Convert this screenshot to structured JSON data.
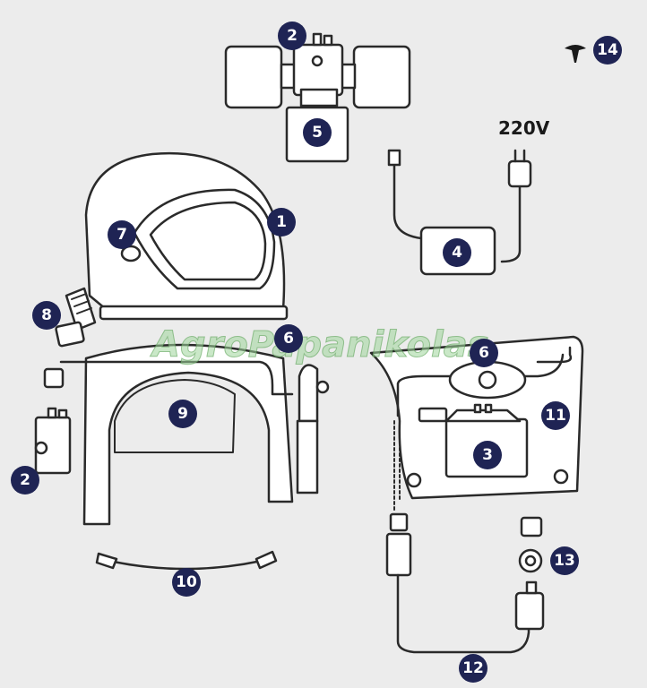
{
  "voltage_label": "220V",
  "watermark": "AgroPapanikolas",
  "part_numbers": {
    "helmet": "1",
    "battery_top": "2",
    "battery_side": "2",
    "blower_unit": "3",
    "charger": "4",
    "filter_box": "5",
    "air_outlet_helmet": "6",
    "air_outlet_belt": "6",
    "side_button": "7",
    "hose_connector": "8",
    "cape": "9",
    "head_strap": "10",
    "belt_plate": "11",
    "air_hose": "12",
    "adapter_set": "13",
    "clip": "14"
  },
  "colors": {
    "badge": "#1f2454",
    "line": "#2a2a2a",
    "background": "#ececec"
  }
}
